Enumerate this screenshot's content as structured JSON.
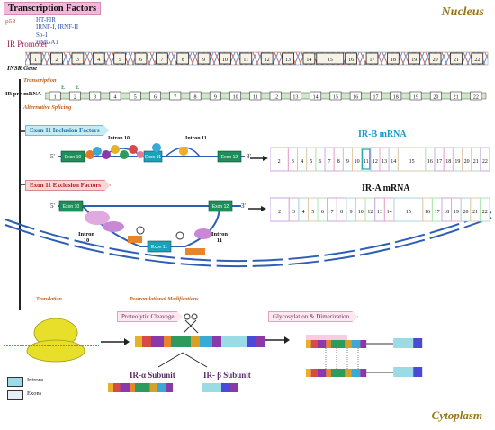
{
  "header": {
    "transcription_factors": "Transcription Factors",
    "p53": "p53",
    "tf_list": [
      "HT-FIR",
      "IRNF-I, IRNF-II",
      "Sp-1",
      "HMGA1"
    ],
    "ir_promoter": "IR Promoter",
    "nucleus": "Nucleus"
  },
  "gene": {
    "label": "INSR Gene",
    "exons": [
      "1",
      "2",
      "3",
      "4",
      "5",
      "6",
      "7",
      "8",
      "9",
      "10",
      "11",
      "12",
      "13",
      "14",
      "15",
      "16",
      "17",
      "18",
      "19",
      "20",
      "21",
      "22"
    ]
  },
  "steps": {
    "transcription": "Transcription",
    "pre_mrna": "IR pre-mRNA",
    "e1": "E",
    "e2": "E",
    "alternative_splicing": "Alternative Splicing"
  },
  "inclusion": {
    "tag": "Exon 11 Inclusion Factors",
    "intron10": "Intron 10",
    "intron11": "Intron 11",
    "exon10": "Exon 10",
    "exon11": "Exon 11",
    "exon12": "Exon 12",
    "five": "5'",
    "three": "3'",
    "mrna_title": "IR-B mRNA",
    "mrna_exons": [
      "2",
      "3",
      "4",
      "5",
      "6",
      "7",
      "8",
      "9",
      "10",
      "11",
      "12",
      "13",
      "14",
      "15",
      "16",
      "17",
      "18",
      "19",
      "20",
      "21",
      "22"
    ]
  },
  "exclusion": {
    "tag": "Exon 11 Exclusion Factors",
    "exon10": "Exon 10",
    "exon11": "Exon 11",
    "exon12": "Exon 12",
    "intron10": "Intron 10",
    "intron11": "Intron 11",
    "five": "5'",
    "three": "3'",
    "mrna_title": "IR-A mRNA",
    "mrna_exons": [
      "2",
      "3",
      "4",
      "5",
      "6",
      "7",
      "8",
      "9",
      "10",
      "12",
      "13",
      "14",
      "15",
      "16",
      "17",
      "18",
      "19",
      "20",
      "21",
      "22"
    ]
  },
  "cytoplasm": {
    "translation": "Translation",
    "ptm": "Postranslational Modifications",
    "cleavage": "Proteolytic Cleavage",
    "glyco": "Glycosylation & Dimerization",
    "alpha": "IR-α Subunit",
    "beta": "IR- β Subunit",
    "label": "Cytoplasm"
  },
  "legend": {
    "introns": "Introns",
    "exons": "Exons"
  },
  "colors": {
    "intron": "#9adbe6",
    "exon_border": "#222222",
    "inclusion": "#1a6fb0",
    "exclusion": "#b32020",
    "membrane": "#2f5fb5",
    "ribosome": "#e8df2a",
    "exon11": "#1aa3b8"
  }
}
